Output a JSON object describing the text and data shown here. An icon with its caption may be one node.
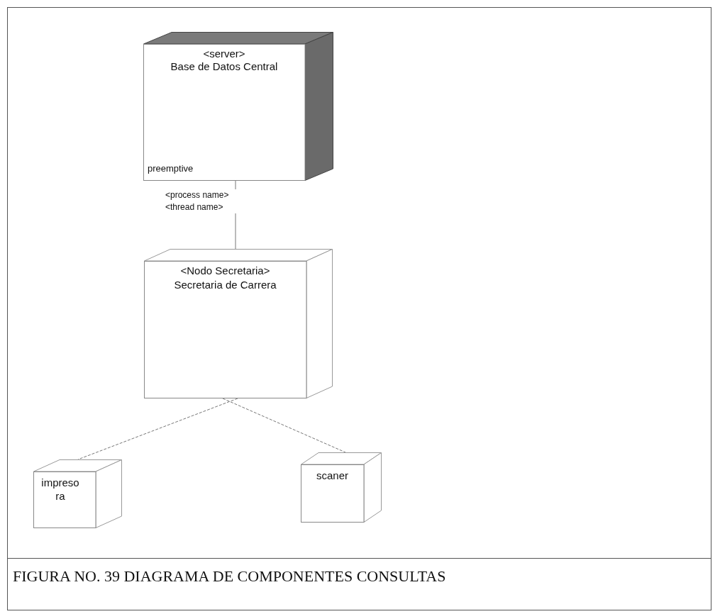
{
  "diagram": {
    "caption": "FIGURA NO. 39 DIAGRAMA DE COMPONENTES CONSULTAS",
    "nodes": [
      {
        "text": [
          "<server>",
          "Base de Datos Central",
          "preemptive"
        ]
      },
      {
        "text": [
          "<Nodo Secretaria>",
          "Secretaria de Carrera"
        ]
      },
      {
        "text": [
          "impreso ra"
        ]
      },
      {
        "text": [
          "scaner"
        ]
      }
    ],
    "edges": [
      {
        "from": 0,
        "to": 1,
        "arrow": "none",
        "label": "<process name> <thread name>"
      },
      {
        "from": 1,
        "to": 2,
        "arrow": "none",
        "style": "dashed"
      },
      {
        "from": 1,
        "to": 3,
        "arrow": "none",
        "style": "dashed"
      }
    ]
  }
}
